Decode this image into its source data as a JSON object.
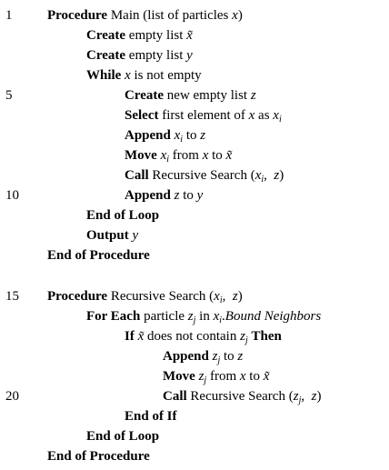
{
  "lines": [
    {
      "num": "1",
      "kw": "Procedure",
      "rest": " Main (list of particles "
    },
    {
      "num": "",
      "kw": "Create",
      "rest": " empty list "
    },
    {
      "num": "",
      "kw": "Create",
      "rest": " empty list "
    },
    {
      "num": "",
      "kw": "While",
      "rest": " is not empty"
    },
    {
      "num": "5",
      "kw": "Create",
      "rest": " new empty list "
    },
    {
      "num": "",
      "kw": "Select",
      "rest": " first element of "
    },
    {
      "num": "",
      "kw": "Append",
      "rest": " to "
    },
    {
      "num": "",
      "kw": "Move",
      "rest": " from "
    },
    {
      "num": "",
      "kw": "Call",
      "rest": " Recursive Search ("
    },
    {
      "num": "10",
      "kw": "Append",
      "rest": " to "
    },
    {
      "num": "",
      "kw": "End of Loop",
      "rest": ""
    },
    {
      "num": "",
      "kw": "Output",
      "rest": ""
    },
    {
      "num": "",
      "kw": "End of Procedure",
      "rest": ""
    },
    {
      "num": "15",
      "kw": "Procedure",
      "rest": " Recursive Search ("
    },
    {
      "num": "",
      "kw": "For Each",
      "rest": " particle "
    },
    {
      "num": "",
      "kw": "If",
      "rest": " does not contain "
    },
    {
      "num": "",
      "kw": "Append",
      "rest": " to "
    },
    {
      "num": "",
      "kw": "Move",
      "rest": " from "
    },
    {
      "num": "20",
      "kw": "Call",
      "rest": " Recursive Search ("
    },
    {
      "num": "",
      "kw": "End of If",
      "rest": ""
    },
    {
      "num": "",
      "kw": "End of Loop",
      "rest": ""
    },
    {
      "num": "",
      "kw": "End of Procedure",
      "rest": ""
    }
  ],
  "vars": {
    "x": "x",
    "y": "y",
    "z": "z",
    "xt": "x̃",
    "xi": "x",
    "i": "i",
    "zj": "z",
    "j": "j"
  },
  "misc": {
    "as": "as",
    "to": "to",
    "from": "from",
    "then": "Then",
    "bound_neighbors": "Bound Neighbors",
    "close_paren": ")",
    "comma": ",",
    "dot": "."
  }
}
